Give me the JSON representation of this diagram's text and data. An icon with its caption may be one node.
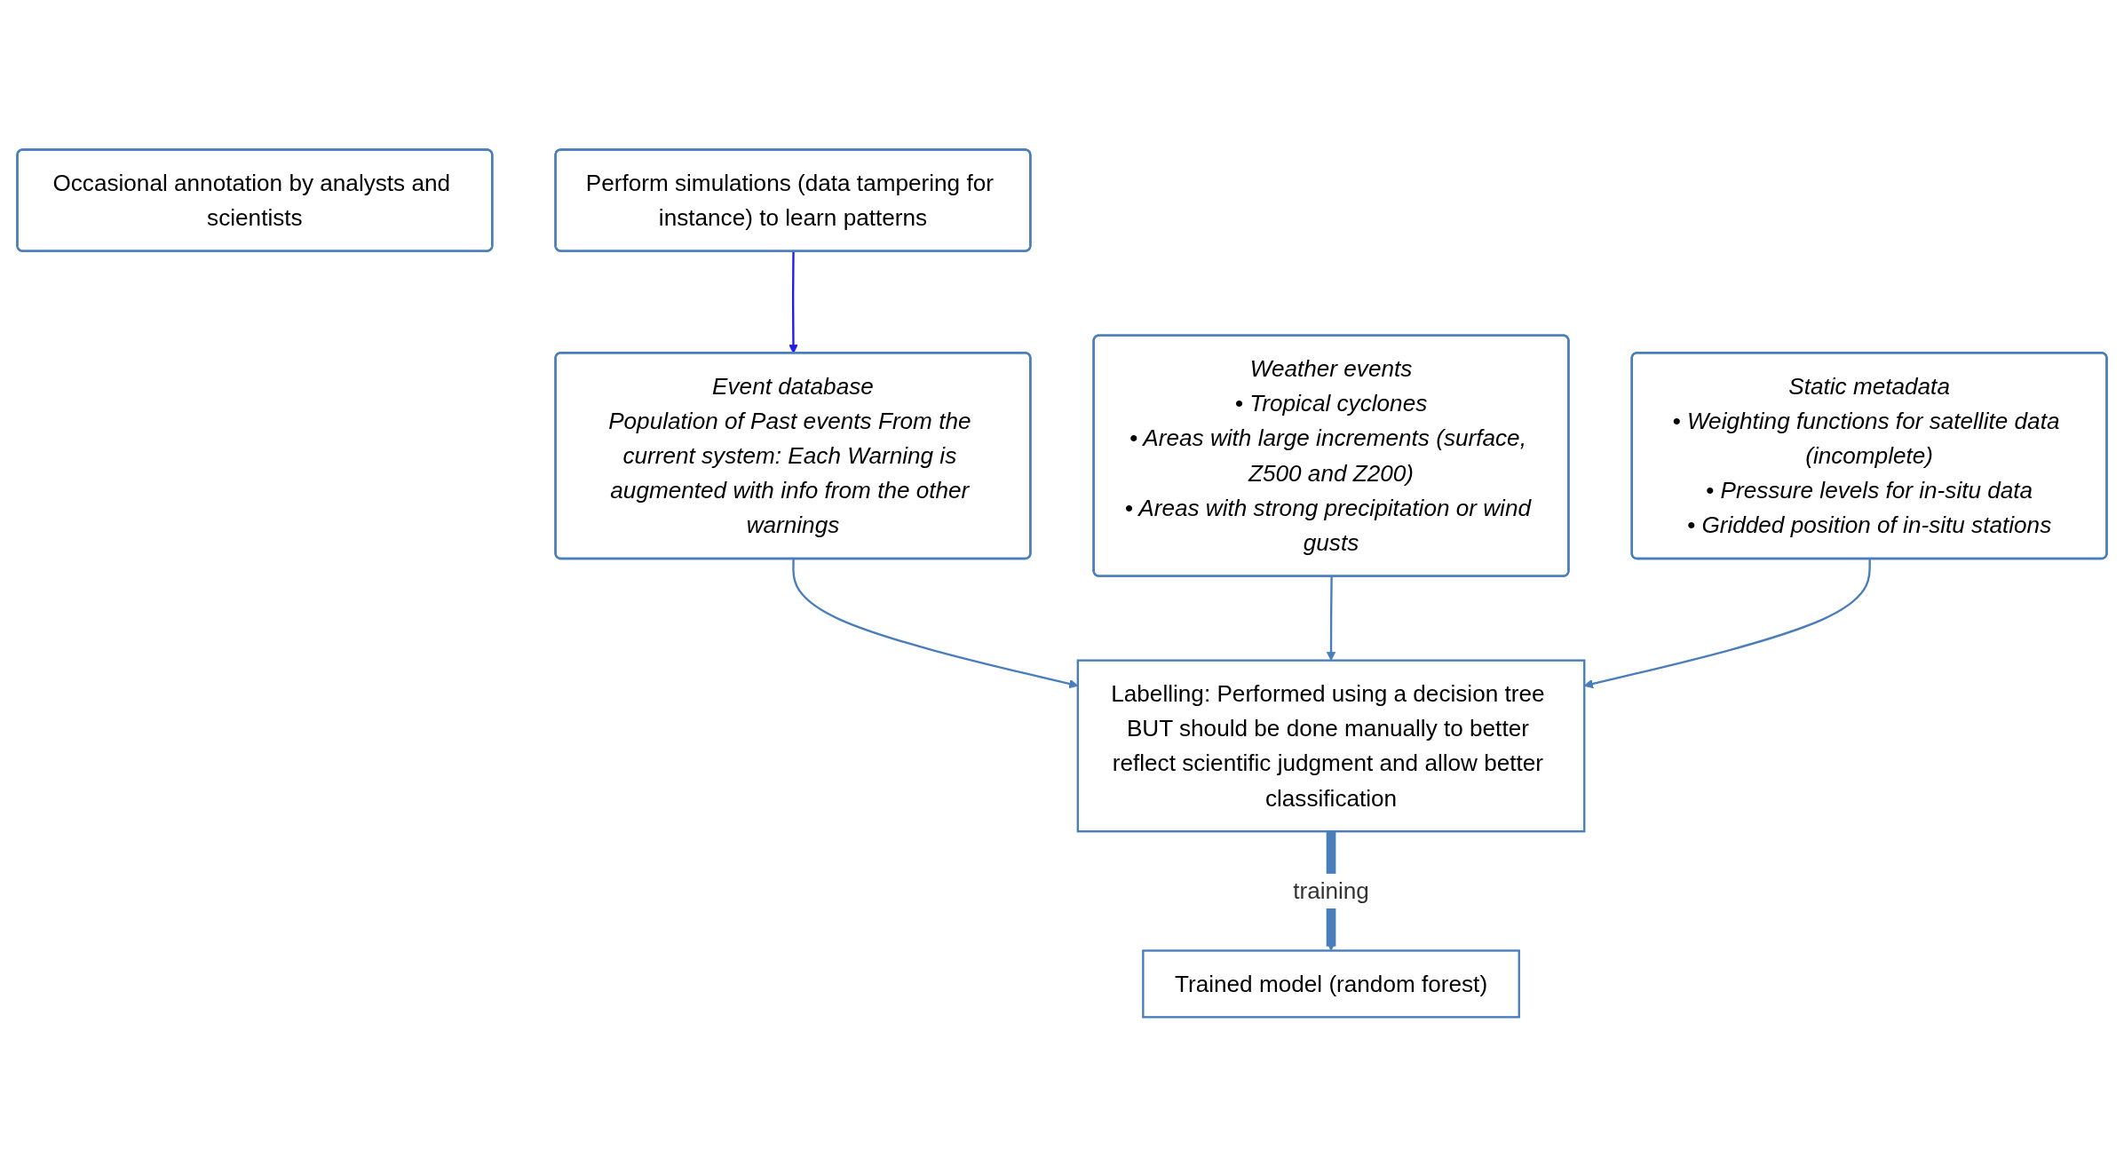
{
  "diagram": {
    "nodes": [
      {
        "text": [
          "Event database",
          "Population of Past events From the current system: Each Warning is augmented with info from the other warnings"
        ]
      },
      {
        "text": [
          "Weather events",
          "• Tropical cyclones",
          "• Areas with large increments (surface, Z500 and Z200)",
          "• Areas with strong precipitation or wind gusts"
        ]
      },
      {
        "text": [
          "Static metadata",
          "• Weighting functions for satellite data (incomplete)",
          "• Pressure levels for in-situ data",
          "• Gridded position of in-situ stations"
        ]
      },
      {
        "text": [
          "Labelling: Performed using a decision tree BUT should be done manually to better reflect scientific judgment and allow better classification"
        ]
      },
      {
        "text": [
          "Occasional annotation by analysts and scientists"
        ]
      },
      {
        "text": [
          "Perform simulations (data tampering for instance) to learn patterns"
        ]
      },
      {
        "text": [
          "Trained model (random forest)"
        ]
      }
    ],
    "edges": [
      {
        "from": 0,
        "to": 3,
        "arrow": "to"
      },
      {
        "from": 1,
        "to": 3,
        "arrow": "to"
      },
      {
        "from": 2,
        "to": 3,
        "arrow": "to"
      },
      {
        "from": 3,
        "to": 6,
        "arrow": "to",
        "label": "training",
        "style": "thick"
      },
      {
        "from": 5,
        "to": 0,
        "arrow": "to",
        "color": "#1f1fe6"
      }
    ]
  }
}
